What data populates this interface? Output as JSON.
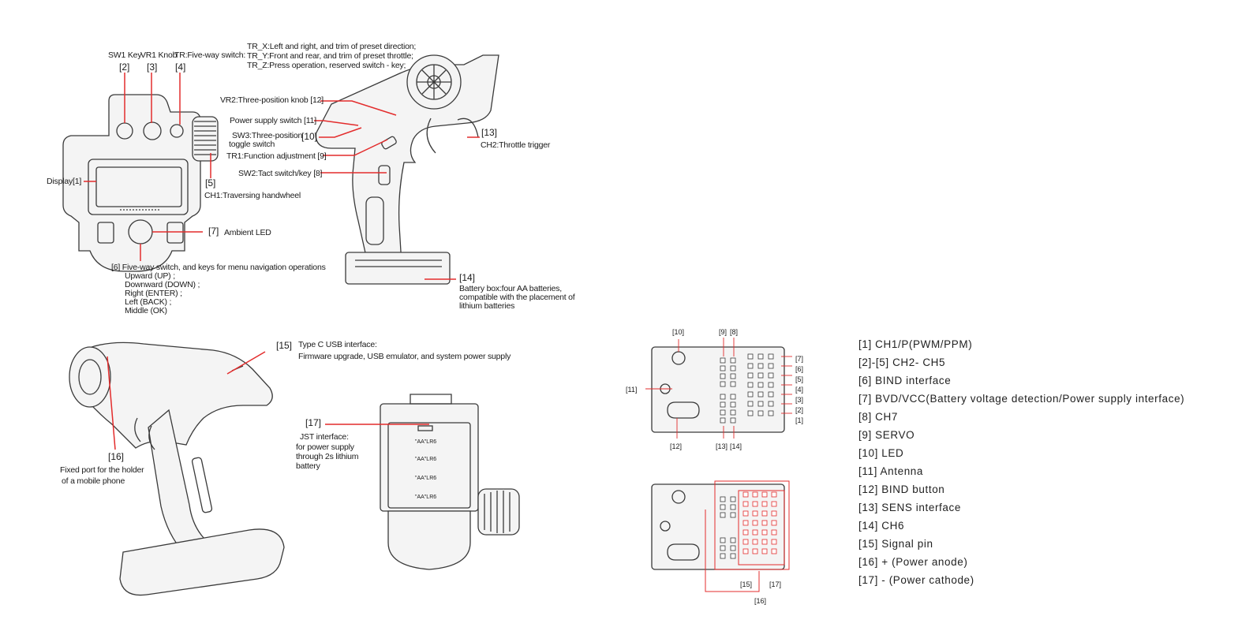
{
  "top_left": {
    "sw1_key": "SW1 Key",
    "vr1_knob": "VR1 Knob",
    "tr_switch": "TR:Five-way switch:",
    "tr_x": "TR_X:Left and right, and trim of preset direction;",
    "tr_y": "TR_Y:Front and rear, and trim of preset throttle;",
    "tr_z": "TR_Z:Press operation, reserved switch - key;",
    "n2": "[2]",
    "n3": "[3]",
    "n4": "[4]",
    "display": "Display[1]",
    "n5": "[5]",
    "ch1": "CH1:Traversing handwheel",
    "n7": "[7]",
    "ambient": "Ambient LED",
    "n6_line": "[6] Five-way switch, and keys for menu navigation operations",
    "nav_items": [
      "Upward (UP) ;",
      "Downward (DOWN) ;",
      "Right (ENTER) ;",
      "Left (BACK) ;",
      "Middle (OK)"
    ]
  },
  "top_right": {
    "vr2": "VR2:Three-position knob [12]",
    "power_switch": "Power supply switch [11]",
    "sw3_a": "SW3:Three-position",
    "sw3_b": "toggle switch",
    "n10": "[10]",
    "tr1": "TR1:Function adjustment [9]",
    "sw2": "SW2:Tact switch/key [8]",
    "n13": "[13]",
    "ch2": "CH2:Throttle trigger",
    "n14": "[14]",
    "battery": [
      "Battery box:four AA batteries,",
      "compatible with the placement of",
      "lithium batteries"
    ]
  },
  "bottom_left": {
    "n15": "[15]",
    "typec": "Type C USB interface:",
    "typec_desc": "Firmware upgrade, USB emulator, and system power supply",
    "n16": "[16]",
    "fixed_port": [
      "Fixed port for the holder",
      "of a mobile phone"
    ]
  },
  "bottom_mid": {
    "n17": "[17]",
    "jst": [
      "JST interface:",
      "for power supply",
      "through 2s lithium",
      "battery"
    ],
    "aa_label": "\"AA\"LR6"
  },
  "receiver": {
    "top": {
      "n10": "[10]",
      "n9": "[9]",
      "n8": "[8]",
      "n11": "[11]",
      "n12": "[12]",
      "n13": "[13]",
      "n14": "[14]",
      "right": [
        "[7]",
        "[6]",
        "[5]",
        "[4]",
        "[3]",
        "[2]",
        "[1]"
      ]
    },
    "bottom": {
      "n15": "[15]",
      "n17": "[17]",
      "n16": "[16]"
    }
  },
  "legend": [
    "[1] CH1/P(PWM/PPM)",
    "[2]-[5] CH2- CH5",
    "[6] BIND interface",
    "[7] BVD/VCC(Battery voltage detection/Power supply interface)",
    "[8] CH7",
    "[9] SERVO",
    "[10] LED",
    "[11]  Antenna",
    "[12] BIND button",
    "[13] SENS interface",
    "[14] CH6",
    "[15] Signal pin",
    "[16]  + (Power anode)",
    "[17]  - (Power cathode)"
  ],
  "colors": {
    "accent": "#e32c2c",
    "line": "#3a3a3a"
  }
}
